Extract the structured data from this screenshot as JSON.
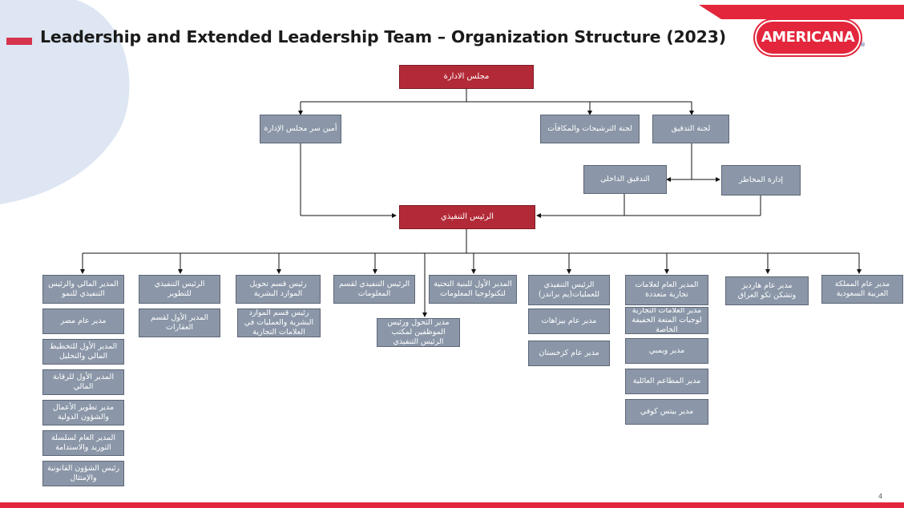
{
  "header": {
    "title": "Leadership and Extended Leadership Team  – Organization Structure (2023)",
    "logo_text": "AMERICANA",
    "logo_reg": "®"
  },
  "colors": {
    "accent": "#d6334d",
    "box_red": "#b22a37",
    "box_gray": "#8b97a8",
    "deco_blue": "#dde6f2"
  },
  "org": {
    "board": "مجلس الادارة",
    "board_secretary": "أمين سر مجلس الإدارة",
    "nominations_committee": "لجنة الترشيحات والمكافآت",
    "audit_committee": "لجنة التدقيق",
    "internal_audit": "التدقيق الداخلي",
    "risk_management": "إدارة المخاطر",
    "ceo": "الرئيس التنفيذي",
    "level2": [
      {
        "title": "المدير المالي والرئيس التنفيذي للنمو",
        "subs": [
          "مدير عام مصر",
          "المدير الأول للتخطيط المالي والتحليل",
          "المدير الأول للرقابة المالي",
          "مدير تطوير الأعمال والشؤون الدولية",
          "المدير العام لسلسلة التوريد والاستدامة",
          "رئيس الشؤون القانونية والإمتثال"
        ]
      },
      {
        "title": "الرئيس التنفيذي للتطوير",
        "subs": [
          "المدير الأول لقسم العقارات"
        ]
      },
      {
        "title": "رئيس قسم تحويل الموارد البشرية",
        "subs": [
          "رئيس قسم الموارد البشرية والعمليات في العلامات التجارية"
        ]
      },
      {
        "title": "الرئيس التنفيذي لقسم المعلومات",
        "subs": []
      },
      {
        "title": "المدير الأول للبنية التحتية لتكنولوجيا المعلومات",
        "subs": [
          "مدير التحول ورئيس الموظفين لمكتب الرئيس التنفيذي"
        ]
      },
      {
        "title": "الرئيس التنفيذي للعمليات(يم براندز)",
        "subs": [
          "مدير عام بيزاهات",
          "مدير عام كزخستان"
        ]
      },
      {
        "title": "المدير العام لعلامات تجارية متعددة",
        "subs": [
          "مدير العلامات التجارية لوجبات المتعة الخفيفة الخاصة",
          "مدير ويمبي",
          "مدير المطاعم العائلية",
          "مدير بيتس كوفي"
        ]
      },
      {
        "title": "مدير عام هارديز وتشكن تكو العراق",
        "subs": []
      },
      {
        "title": "مدير عام المملكة العربية السعودية",
        "subs": []
      }
    ]
  },
  "page_number": "4"
}
